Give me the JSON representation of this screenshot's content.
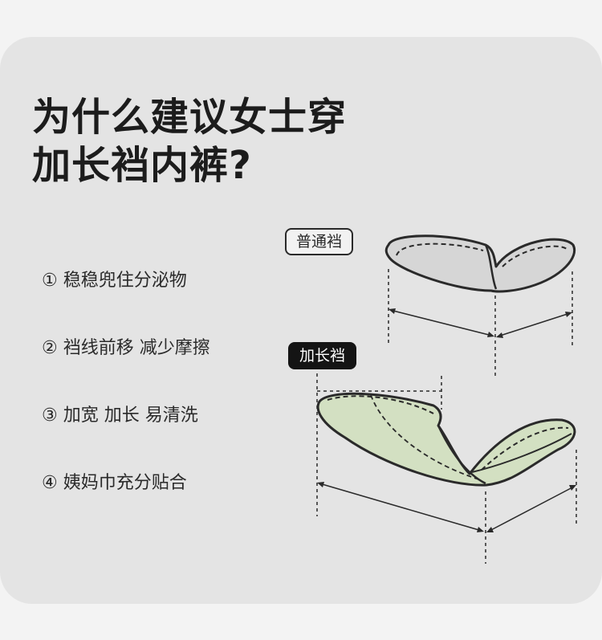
{
  "title": {
    "line1": "为什么建议女士穿",
    "line2": "加长裆内裤?"
  },
  "features": [
    {
      "label": "① 稳稳兜住分泌物"
    },
    {
      "label": "② 裆线前移 减少摩擦"
    },
    {
      "label": "③ 加宽 加长 易清洗"
    },
    {
      "label": "④ 姨妈巾充分贴合"
    }
  ],
  "tags": {
    "normal": "普通裆",
    "long": "加长裆"
  },
  "icons": {
    "normal_crotch": "normal-crotch-illustration-icon",
    "long_crotch": "long-crotch-illustration-icon"
  },
  "colors": {
    "normal_fill": "#d6d6d6",
    "long_fill": "#d3e0c2",
    "outline": "#2a2a2a"
  }
}
